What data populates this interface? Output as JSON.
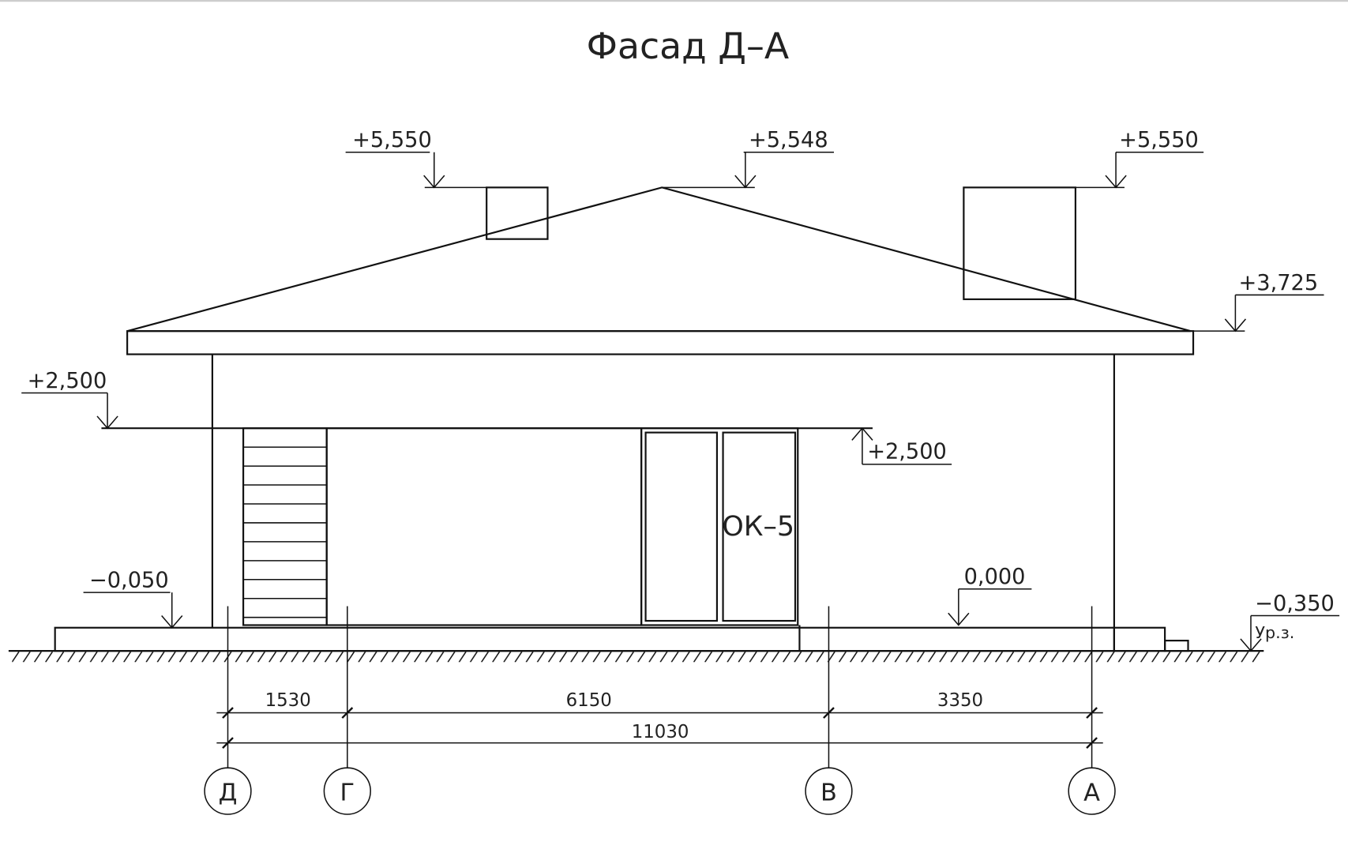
{
  "title": "Фасад Д–А",
  "levels": {
    "chimney_left": "+5,550",
    "ridge": "+5,548",
    "chimney_right": "+5,550",
    "eave": "+3,725",
    "lintel_left": "+2,500",
    "lintel_right": "+2,500",
    "plinth_left": "−0,050",
    "floor": "0,000",
    "ground": "−0,350",
    "ground_label": "Ур.з."
  },
  "window_mark": "ОК–5",
  "dimensions": {
    "segments": [
      "1530",
      "6150",
      "3350"
    ],
    "total": "11030"
  },
  "axes": [
    "Д",
    "Г",
    "В",
    "А"
  ],
  "colors": {
    "line": "#111111",
    "background": "#ffffff"
  }
}
